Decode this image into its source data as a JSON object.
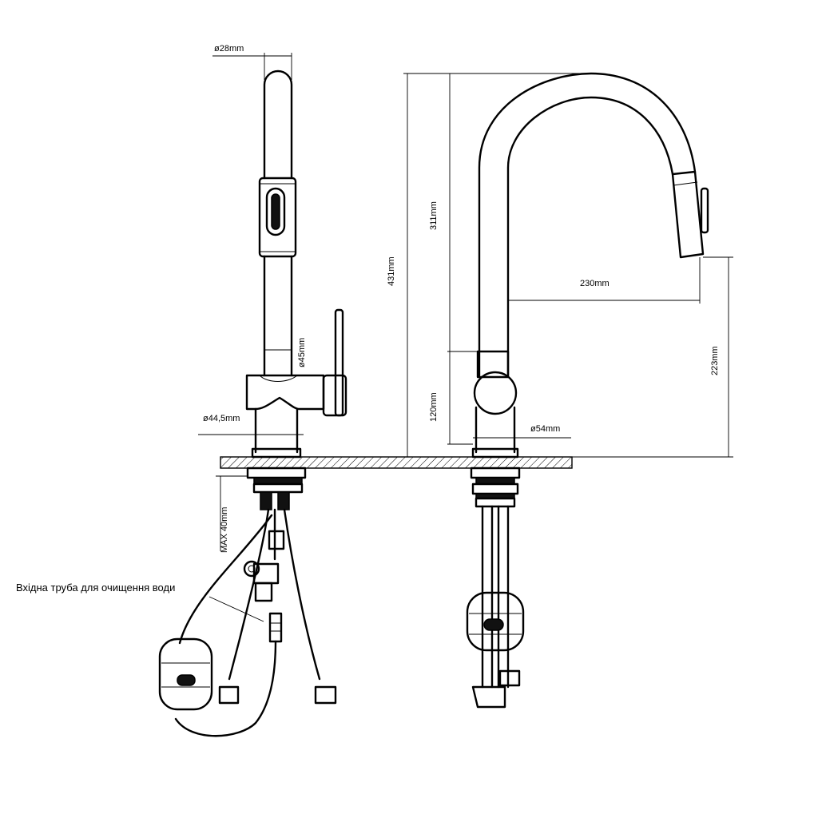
{
  "drawing": {
    "dimensions": {
      "spout_diameter": "ø28mm",
      "body_diameter": "ø45mm",
      "base_diameter": "ø44,5mm",
      "max_thickness": "MAX  40mm",
      "total_height": "431mm",
      "spout_height": "311mm",
      "body_height": "120mm",
      "reach": "230mm",
      "clearance": "223mm",
      "right_base_diameter": "ø54mm"
    },
    "notes": {
      "filter_inlet": "Вхідна труба для очищення води"
    }
  }
}
